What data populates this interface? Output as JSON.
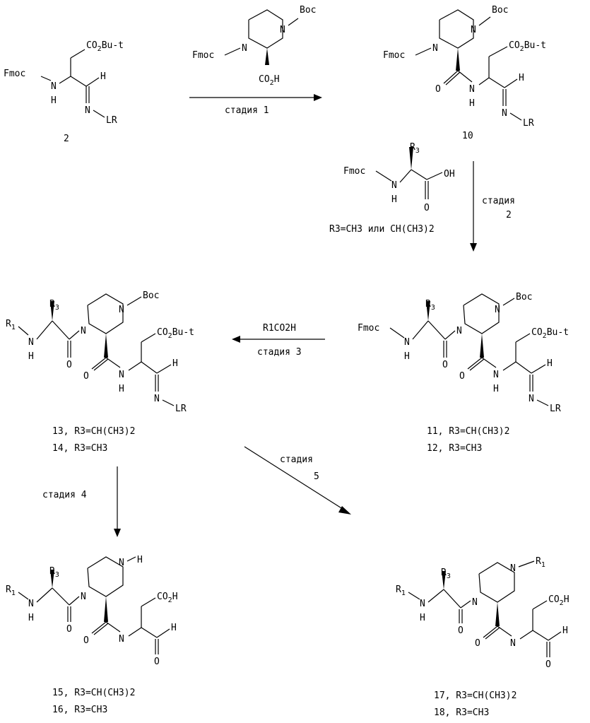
{
  "compounds": {
    "c2": {
      "number": "2",
      "caption": ""
    },
    "c10": {
      "number": "10",
      "caption": ""
    },
    "c11": {
      "line1": "11, R3=CH(CH3)2",
      "line2": "12, R3=CH3"
    },
    "c13": {
      "line1": "13, R3=CH(CH3)2",
      "line2": "14, R3=CH3"
    },
    "c15": {
      "line1": "15, R3=CH(CH3)2",
      "line2": "16, R3=CH3"
    },
    "c17": {
      "line1": "17, R3=CH(CH3)2",
      "line2": "18, R3=CH3"
    }
  },
  "steps": {
    "step1": {
      "label": "стадия  1"
    },
    "step2": {
      "label_a": "стадия",
      "label_b": "2",
      "note": "R3=CH3  или  CH(CH3)2"
    },
    "step3": {
      "reagent": "R1CO2H",
      "label": "стадия  3"
    },
    "step4": {
      "label": "стадия  4"
    },
    "step5": {
      "label_a": "стадия",
      "label_b": "5"
    }
  },
  "groups": {
    "fmoc": "Fmoc",
    "boc": "Boc",
    "nh": "NH",
    "h": "H",
    "n": "N",
    "o": "O",
    "lr": "LR",
    "co2but": "CO2Bu-t",
    "co2h": "CO2H",
    "oh": "OH",
    "r1": "R1",
    "r3": "R3"
  }
}
